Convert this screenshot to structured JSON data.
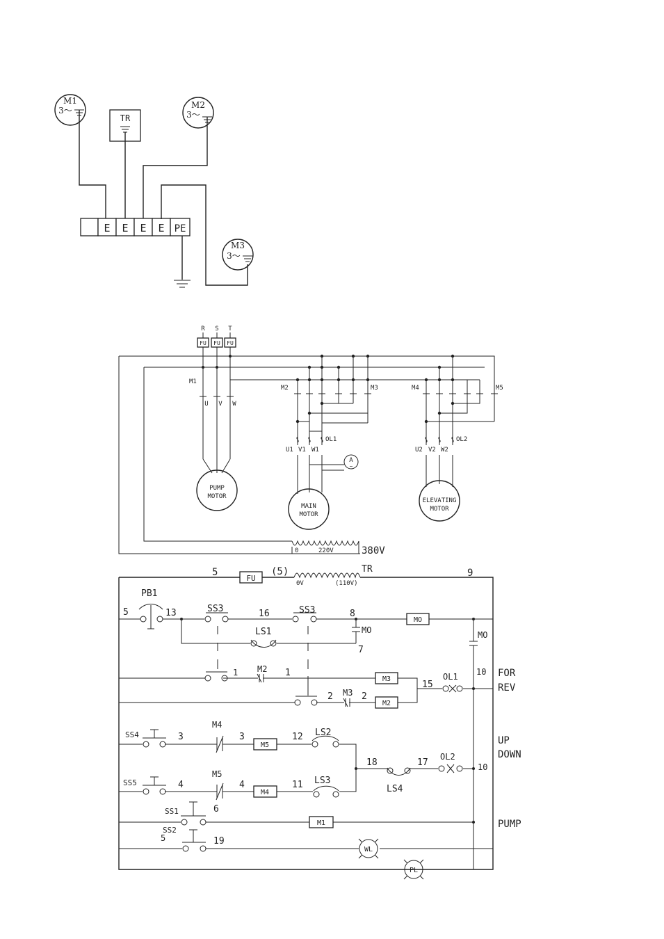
{
  "ground_diagram": {
    "motors": [
      "M1",
      "M2",
      "M3"
    ],
    "phase_label": "3～",
    "transformer": "TR",
    "terminals": [
      "",
      "E",
      "E",
      "E",
      "E",
      "PE"
    ]
  },
  "power": {
    "phases": [
      "R",
      "S",
      "T"
    ],
    "fuse": "FU",
    "contactors": {
      "m1": "M1",
      "m2": "M2",
      "m3": "M3",
      "m4": "M4",
      "m5": "M5"
    },
    "terminals_pump": [
      "U",
      "V",
      "W"
    ],
    "terminals_main": [
      "U1",
      "V1",
      "W1"
    ],
    "terminals_elev": [
      "U2",
      "V2",
      "W2"
    ],
    "overloads": [
      "OL1",
      "OL2"
    ],
    "ammeter": "A",
    "ammeter_sub": "~",
    "pump_motor": [
      "PUMP",
      "MOTOR"
    ],
    "main_motor": [
      "MAIN",
      "MOTOR"
    ],
    "elev_motor": [
      "ELEVATING",
      "MOTOR"
    ],
    "tap_0": "0",
    "tap_220": "220V",
    "tap_380": "380V"
  },
  "control": {
    "w5": "5",
    "fu": "FU",
    "w5p": "(5)",
    "tr": "TR",
    "v0": "0V",
    "v110": "(110V)",
    "w9": "9",
    "pb1": "PB1",
    "w13": "13",
    "ss3": "SS3",
    "w16": "16",
    "w8": "8",
    "m0": "MO",
    "ls1": "LS1",
    "w7": "7",
    "w1": "1",
    "m2": "M2",
    "m3": "M3",
    "w2": "2",
    "w15": "15",
    "ol1": "OL1",
    "w10": "10",
    "for": "FOR",
    "rev": "REV",
    "ss4": "SS4",
    "w3": "3",
    "m4": "M4",
    "m5": "M5",
    "w12": "12",
    "ls2": "LS2",
    "up": "UP",
    "down": "DOWN",
    "w18": "18",
    "w17": "17",
    "ol2": "OL2",
    "ls4": "LS4",
    "ss5": "SS5",
    "w4": "4",
    "w11": "11",
    "ls3": "LS3",
    "ss1": "SS1",
    "w6": "6",
    "m1": "M1",
    "pump": "PUMP",
    "ss2": "SS2",
    "w19": "19",
    "wl": "WL",
    "pl": "PL"
  }
}
